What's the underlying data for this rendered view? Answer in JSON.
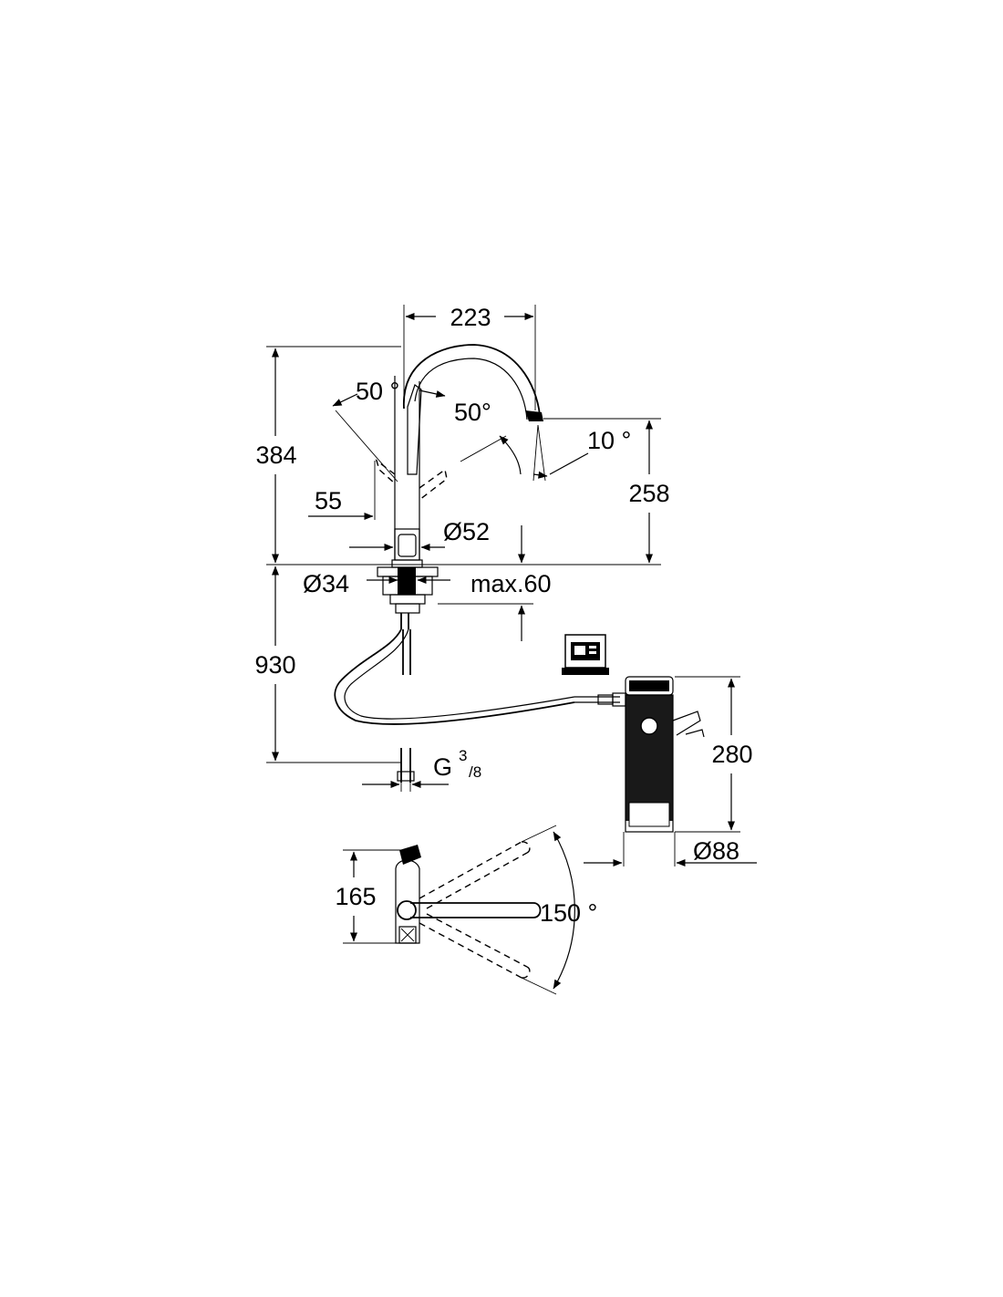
{
  "dimensions": {
    "width_223": "223",
    "height_384": "384",
    "angle_50_left": "50 °",
    "angle_50_right": "50°",
    "angle_10": "10 °",
    "height_258": "258",
    "offset_55": "55",
    "dia_52": "Ø52",
    "dia_34": "Ø34",
    "max_60": "max.60",
    "hose_930": "930",
    "thread_g": "G",
    "thread_num": "3",
    "thread_den": "/8",
    "height_280": "280",
    "dia_88": "Ø88",
    "height_165": "165",
    "angle_150": "150 °"
  },
  "colors": {
    "line": "#000000",
    "background": "#ffffff"
  },
  "icons": [
    "electronic-display-icon"
  ]
}
